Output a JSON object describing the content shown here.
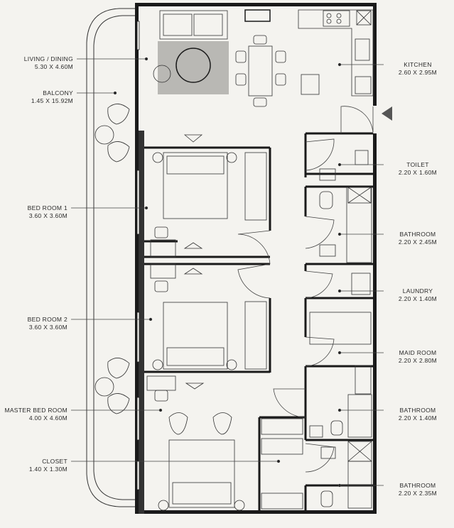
{
  "plan": {
    "rooms": [
      {
        "id": "living",
        "name": "LIVING / DINING",
        "dims": "5.30 X 4.60M"
      },
      {
        "id": "balcony",
        "name": "BALCONY",
        "dims": "1.45 X 15.92M"
      },
      {
        "id": "bed1",
        "name": "BED ROOM 1",
        "dims": "3.60 X 3.60M"
      },
      {
        "id": "bed2",
        "name": "BED ROOM 2",
        "dims": "3.60 X 3.60M"
      },
      {
        "id": "master",
        "name": "MASTER BED ROOM",
        "dims": "4.00 X 4.60M"
      },
      {
        "id": "closet",
        "name": "CLOSET",
        "dims": "1.40 X 1.30M"
      },
      {
        "id": "kitchen",
        "name": "KITCHEN",
        "dims": "2.60 X 2.95M"
      },
      {
        "id": "toilet",
        "name": "TOILET",
        "dims": "2.20 X 1.60M"
      },
      {
        "id": "bath1",
        "name": "BATHROOM",
        "dims": "2.20 X 2.45M"
      },
      {
        "id": "laundry",
        "name": "LAUNDRY",
        "dims": "2.20 X 1.40M"
      },
      {
        "id": "maid",
        "name": "MAID ROOM",
        "dims": "2.20 X 2.80M"
      },
      {
        "id": "bath2",
        "name": "BATHROOM",
        "dims": "2.20 X 1.40M"
      },
      {
        "id": "bath3",
        "name": "BATHROOM",
        "dims": "2.20 X 2.35M"
      }
    ]
  }
}
